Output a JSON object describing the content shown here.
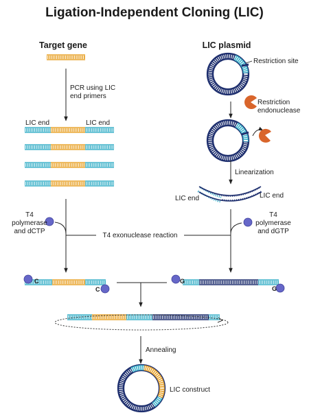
{
  "title": "Ligation-Independent Cloning (LIC)",
  "left": {
    "heading": "Target gene",
    "pcr_line1": "PCR using LIC",
    "pcr_line2": "end primers",
    "lic_end_left": "LIC end",
    "lic_end_right": "LIC end",
    "enzyme_line1": "T4",
    "enzyme_line2": "polymerase",
    "enzyme_line3": "and dCTP",
    "overhang_base": "C"
  },
  "right": {
    "heading": "LIC plasmid",
    "restriction_site": "Restriction site",
    "endonuclease_line1": "Restriction",
    "endonuclease_line2": "endonuclease",
    "linearization": "Linearization",
    "lic_end_left": "LIC end",
    "lic_end_right": "LIC end",
    "enzyme_line1": "T4",
    "enzyme_line2": "polymerase",
    "enzyme_line3": "and dGTP",
    "overhang_base": "G"
  },
  "center": {
    "exonuclease": "T4 exonuclease reaction",
    "annealing": "Annealing",
    "construct": "LIC construct"
  },
  "colors": {
    "insert": "#E8A32C",
    "plasmid_dark": "#1E2F6E",
    "plasmid_light": "#3BB0C9",
    "enzyme_orange": "#D9652B",
    "nucleotide": "#6667C8",
    "arrow": "#222222"
  }
}
